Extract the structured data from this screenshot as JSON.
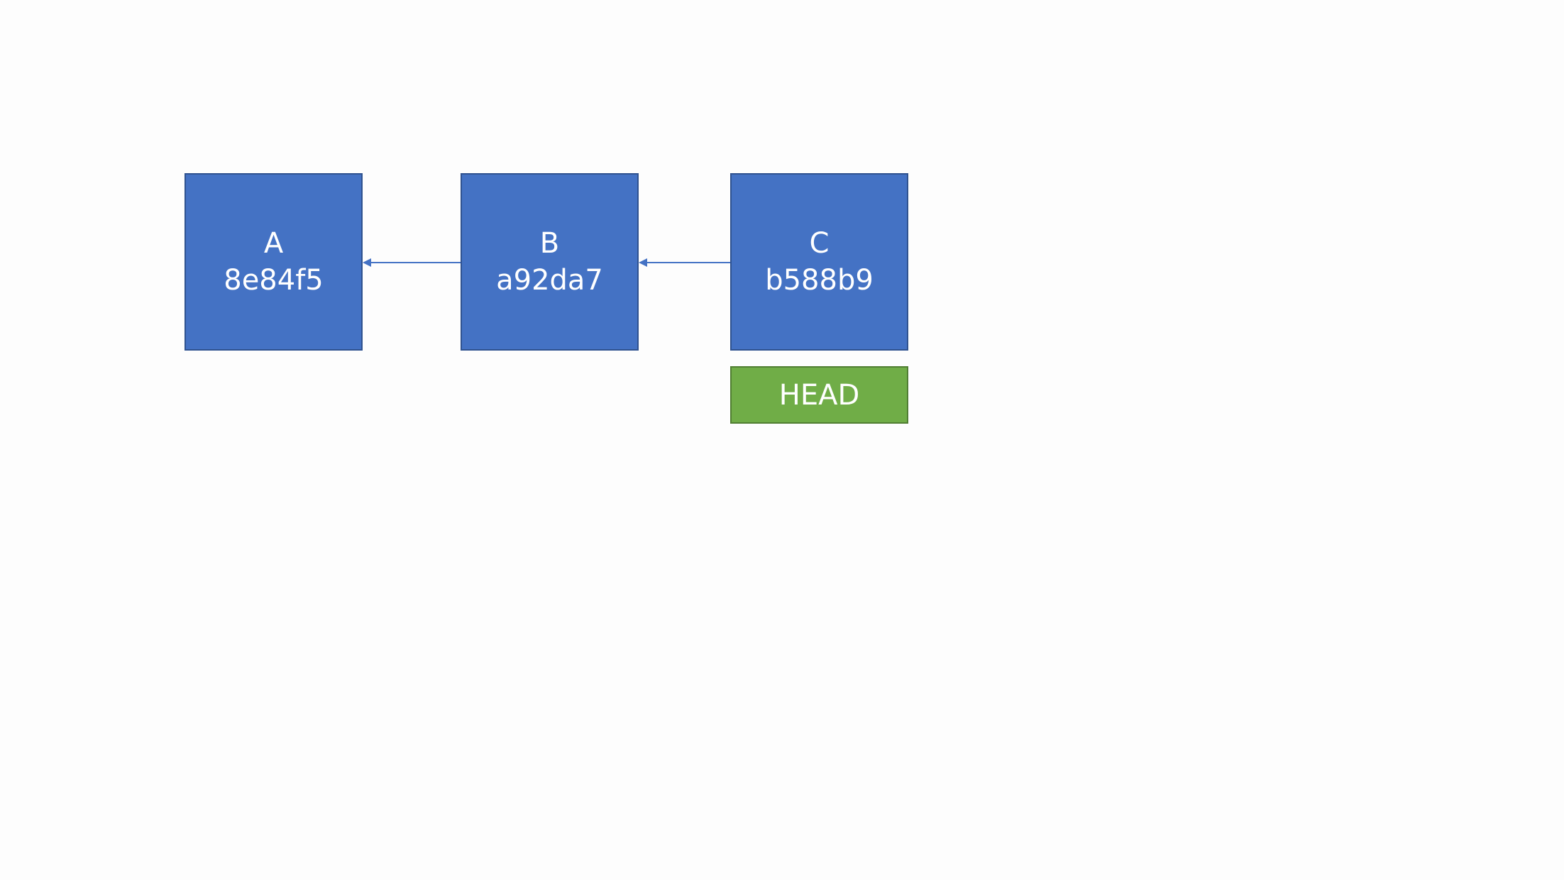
{
  "commits": [
    {
      "label": "A",
      "hash": "8e84f5"
    },
    {
      "label": "B",
      "hash": "a92da7"
    },
    {
      "label": "C",
      "hash": "b588b9"
    }
  ],
  "head": {
    "label": "HEAD"
  },
  "colors": {
    "commit_fill": "#4472c4",
    "commit_border": "#2f528f",
    "head_fill": "#70ad47",
    "head_border": "#507e32",
    "arrow": "#4472c4",
    "background": "#fdfdfd"
  }
}
